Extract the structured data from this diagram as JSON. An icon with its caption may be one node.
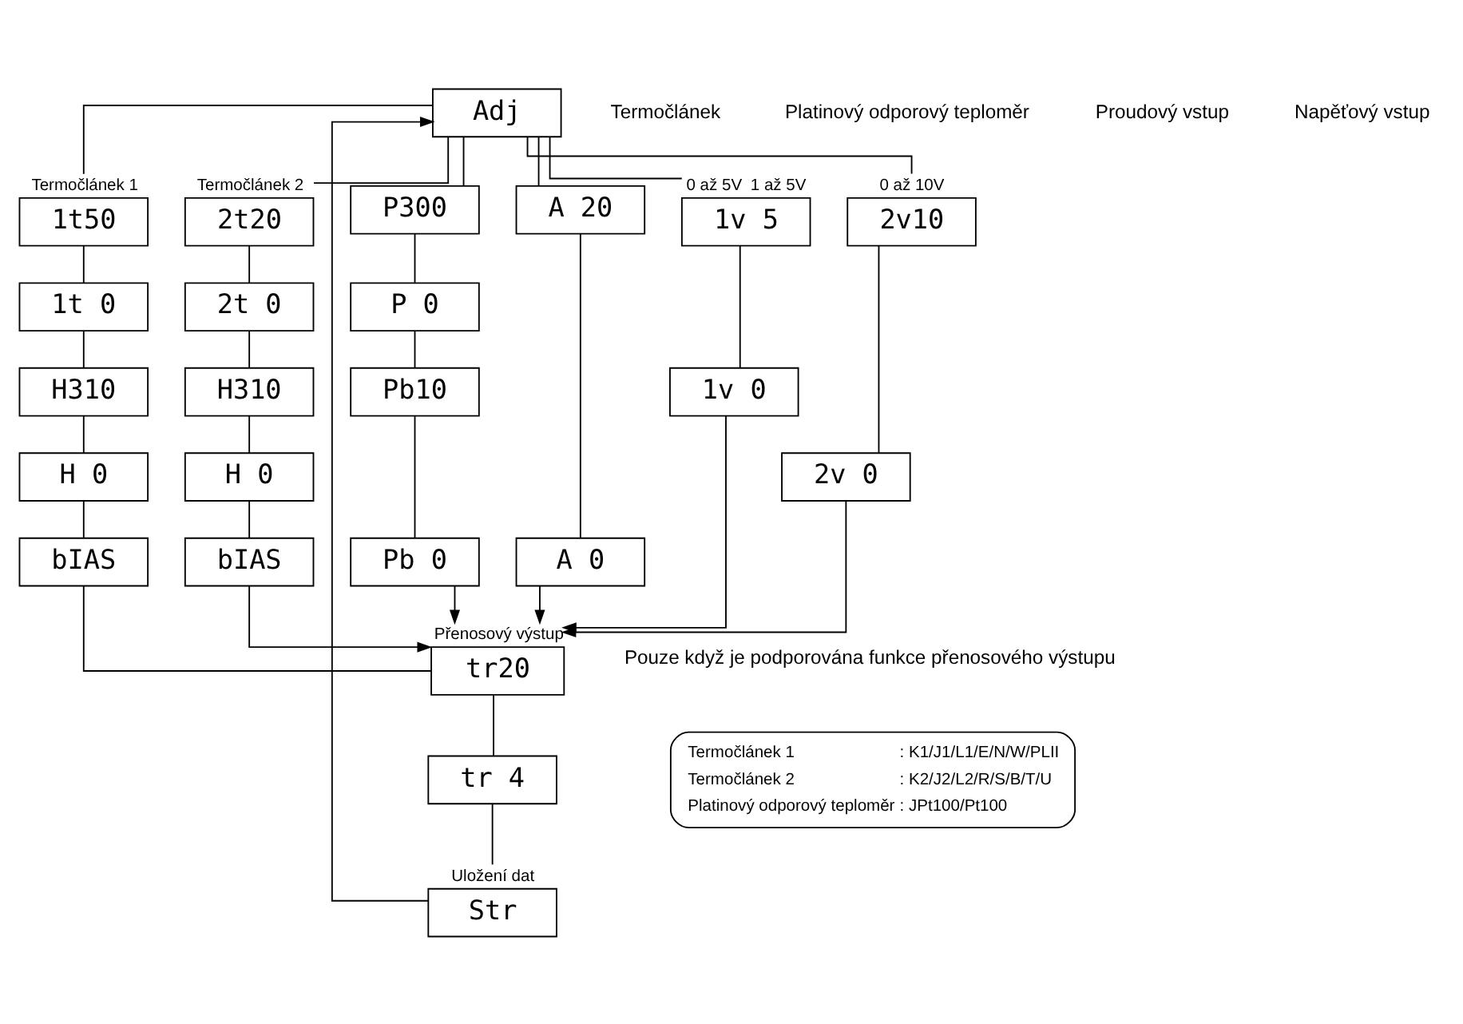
{
  "diagram": {
    "nodes": [
      {
        "text": [
          "Adj"
        ]
      },
      {
        "text": [
          "1t50"
        ],
        "beside": [
          "Termočlánek 1"
        ]
      },
      {
        "text": [
          "1t 0"
        ]
      },
      {
        "text": [
          "H310"
        ]
      },
      {
        "text": [
          "H 0"
        ]
      },
      {
        "text": [
          "bIAS"
        ]
      },
      {
        "text": [
          "2t20"
        ],
        "beside": [
          "Termočlánek 2"
        ]
      },
      {
        "text": [
          "2t 0"
        ]
      },
      {
        "text": [
          "H310"
        ]
      },
      {
        "text": [
          "H 0"
        ]
      },
      {
        "text": [
          "bIAS"
        ]
      },
      {
        "text": [
          "P300"
        ]
      },
      {
        "text": [
          "P 0"
        ]
      },
      {
        "text": [
          "Pb10"
        ]
      },
      {
        "text": [
          "Pb 0"
        ]
      },
      {
        "text": [
          "A 20"
        ]
      },
      {
        "text": [
          "A 0"
        ]
      },
      {
        "text": [
          "1v 5"
        ],
        "beside": [
          "0 až 5V",
          "1 až 5V"
        ]
      },
      {
        "text": [
          "1v 0"
        ]
      },
      {
        "text": [
          "2v10"
        ],
        "beside": [
          "0 až 10V"
        ]
      },
      {
        "text": [
          "2v 0"
        ]
      },
      {
        "text": [
          "tr20"
        ],
        "beside": [
          "Přenosový výstup"
        ]
      },
      {
        "text": [
          "tr 4"
        ]
      },
      {
        "text": [
          "Str"
        ],
        "beside": [
          "Uložení dat"
        ]
      },
      {
        "text": [
          "Termočlánek 1",
          ": K1/J1/L1/E/N/W/PLII",
          "Termočlánek 2",
          ": K2/J2/L2/R/S/B/T/U",
          "Platinový odporový teploměr",
          ": JPt100/Pt100"
        ]
      }
    ],
    "edges": [
      {
        "from": 0,
        "to": 1,
        "arrow": "none"
      },
      {
        "from": 0,
        "to": 6,
        "arrow": "none"
      },
      {
        "from": 0,
        "to": 11,
        "arrow": "none"
      },
      {
        "from": 0,
        "to": 15,
        "arrow": "none"
      },
      {
        "from": 0,
        "to": 17,
        "arrow": "none"
      },
      {
        "from": 0,
        "to": 19,
        "arrow": "none"
      },
      {
        "from": 1,
        "to": 2,
        "arrow": "none"
      },
      {
        "from": 2,
        "to": 3,
        "arrow": "none"
      },
      {
        "from": 3,
        "to": 4,
        "arrow": "none"
      },
      {
        "from": 4,
        "to": 5,
        "arrow": "none"
      },
      {
        "from": 6,
        "to": 7,
        "arrow": "none"
      },
      {
        "from": 7,
        "to": 8,
        "arrow": "none"
      },
      {
        "from": 8,
        "to": 9,
        "arrow": "none"
      },
      {
        "from": 9,
        "to": 10,
        "arrow": "none"
      },
      {
        "from": 11,
        "to": 12,
        "arrow": "none"
      },
      {
        "from": 12,
        "to": 13,
        "arrow": "none"
      },
      {
        "from": 13,
        "to": 14,
        "arrow": "none"
      },
      {
        "from": 15,
        "to": 16,
        "arrow": "none"
      },
      {
        "from": 17,
        "to": 18,
        "arrow": "none"
      },
      {
        "from": 19,
        "to": 20,
        "arrow": "none"
      },
      {
        "from": 5,
        "to": 21,
        "arrow": "none"
      },
      {
        "from": 10,
        "to": 21,
        "arrow": "to"
      },
      {
        "from": 14,
        "to": 21,
        "arrow": "to"
      },
      {
        "from": 16,
        "to": 21,
        "arrow": "to"
      },
      {
        "from": 18,
        "to": 21,
        "arrow": "to"
      },
      {
        "from": 20,
        "to": 21,
        "arrow": "to"
      },
      {
        "from": 21,
        "to": 22,
        "arrow": "none"
      },
      {
        "from": 22,
        "to": 23,
        "arrow": "none"
      },
      {
        "from": 23,
        "to": 0,
        "arrow": "to"
      }
    ],
    "labels": [
      "Termočlánek",
      "Platinový odporový teploměr",
      "Proudový vstup",
      "Napěťový vstup",
      "Pouze když je podporována funkce přenosového výstupu"
    ]
  }
}
